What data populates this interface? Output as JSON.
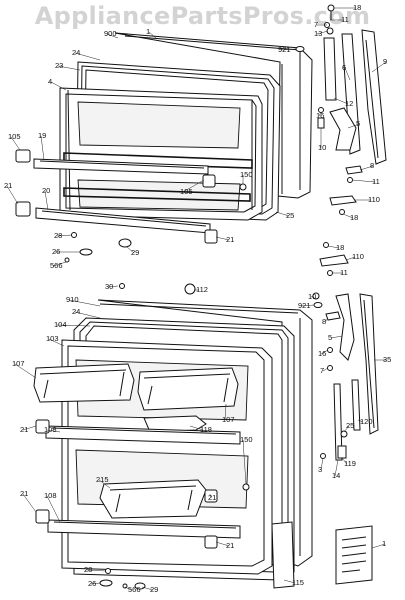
{
  "watermark": "AppliancePartsPros.com",
  "colors": {
    "line": "#111111",
    "background": "#ffffff",
    "watermark": "#afafaf"
  },
  "callouts": [
    {
      "id": "c18a",
      "text": "18"
    },
    {
      "id": "c11a",
      "text": "11"
    },
    {
      "id": "c7a",
      "text": "7"
    },
    {
      "id": "c13a",
      "text": "13"
    },
    {
      "id": "c900",
      "text": "900"
    },
    {
      "id": "c1a",
      "text": "1"
    },
    {
      "id": "c24a",
      "text": "24"
    },
    {
      "id": "c921a",
      "text": "921"
    },
    {
      "id": "c23a",
      "text": "23"
    },
    {
      "id": "c4",
      "text": "4"
    },
    {
      "id": "c6",
      "text": "6"
    },
    {
      "id": "c9",
      "text": "9"
    },
    {
      "id": "c12",
      "text": "12"
    },
    {
      "id": "c5a",
      "text": "5"
    },
    {
      "id": "c16a",
      "text": "16"
    },
    {
      "id": "c10a",
      "text": "10"
    },
    {
      "id": "c8a",
      "text": "8"
    },
    {
      "id": "c11b",
      "text": "11"
    },
    {
      "id": "c110a",
      "text": "110"
    },
    {
      "id": "c18b",
      "text": "18"
    },
    {
      "id": "c105a",
      "text": "105"
    },
    {
      "id": "c19",
      "text": "19"
    },
    {
      "id": "c150a",
      "text": "150"
    },
    {
      "id": "c105b",
      "text": "105"
    },
    {
      "id": "c25a",
      "text": "25"
    },
    {
      "id": "c21a",
      "text": "21"
    },
    {
      "id": "c20",
      "text": "20"
    },
    {
      "id": "c28a",
      "text": "28"
    },
    {
      "id": "c21b",
      "text": "21"
    },
    {
      "id": "c26a",
      "text": "26"
    },
    {
      "id": "c29a",
      "text": "29"
    },
    {
      "id": "c566a",
      "text": "566"
    },
    {
      "id": "c18c",
      "text": "18"
    },
    {
      "id": "c110b",
      "text": "110"
    },
    {
      "id": "c11c",
      "text": "11"
    },
    {
      "id": "c30",
      "text": "30"
    },
    {
      "id": "c112",
      "text": "112"
    },
    {
      "id": "c910",
      "text": "910"
    },
    {
      "id": "c921b",
      "text": "921"
    },
    {
      "id": "c10b",
      "text": "10"
    },
    {
      "id": "c24b",
      "text": "24"
    },
    {
      "id": "c104",
      "text": "104"
    },
    {
      "id": "c8b",
      "text": "8"
    },
    {
      "id": "c103",
      "text": "103"
    },
    {
      "id": "c5b",
      "text": "5"
    },
    {
      "id": "c35",
      "text": "35"
    },
    {
      "id": "c107a",
      "text": "107"
    },
    {
      "id": "c16b",
      "text": "16"
    },
    {
      "id": "c7b",
      "text": "7"
    },
    {
      "id": "c118",
      "text": "118"
    },
    {
      "id": "c107b",
      "text": "107"
    },
    {
      "id": "c120",
      "text": "120"
    },
    {
      "id": "c21c",
      "text": "21"
    },
    {
      "id": "c108a",
      "text": "108"
    },
    {
      "id": "c25b",
      "text": "25"
    },
    {
      "id": "c150b",
      "text": "150"
    },
    {
      "id": "c3",
      "text": "3"
    },
    {
      "id": "c14",
      "text": "14"
    },
    {
      "id": "c119",
      "text": "119"
    },
    {
      "id": "c215",
      "text": "215"
    },
    {
      "id": "c21d",
      "text": "21"
    },
    {
      "id": "c21e",
      "text": "21"
    },
    {
      "id": "c108b",
      "text": "108"
    },
    {
      "id": "c21f",
      "text": "21"
    },
    {
      "id": "c1b",
      "text": "1"
    },
    {
      "id": "c28b",
      "text": "28"
    },
    {
      "id": "c115",
      "text": "115"
    },
    {
      "id": "c26b",
      "text": "26"
    },
    {
      "id": "c566b",
      "text": "566"
    },
    {
      "id": "c29b",
      "text": "29"
    }
  ]
}
